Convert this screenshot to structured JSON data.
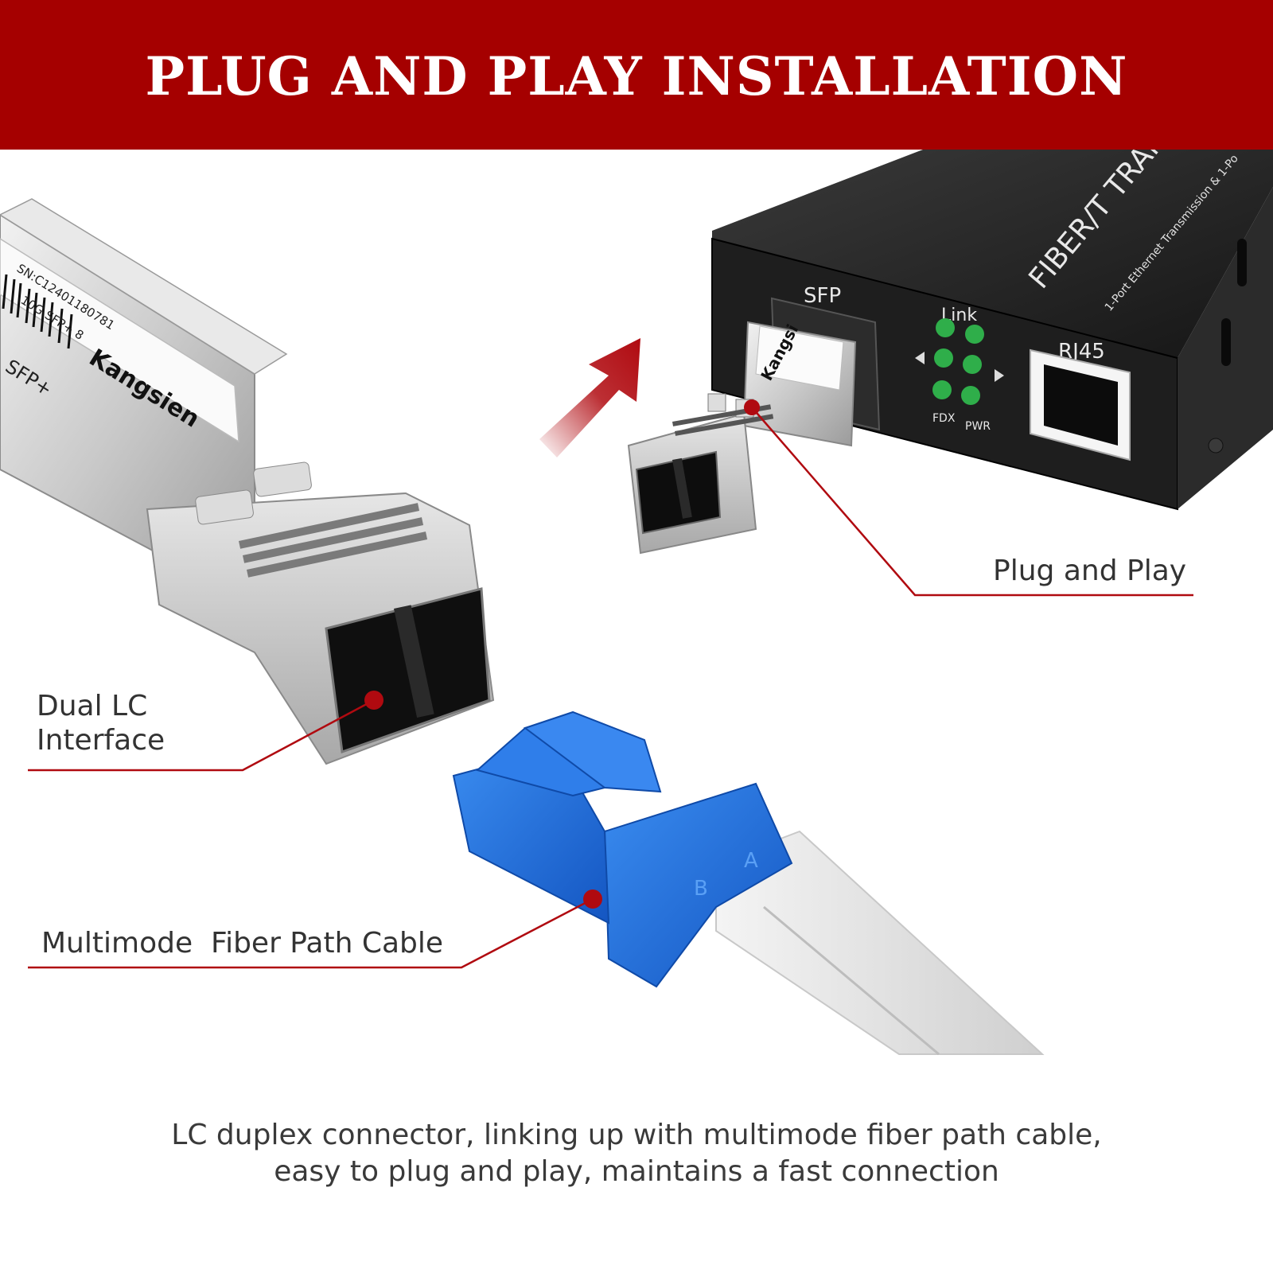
{
  "banner": {
    "title": "PLUG AND PLAY INSTALLATION",
    "color": "#a50000"
  },
  "accent_color": "#b00a10",
  "connector_color": "#1f6ee0",
  "sfp_module": {
    "brand": "Kangsien",
    "model_line": "10G SFP+ 8",
    "serial": "SN:C12401180781",
    "type_label": "SFP+"
  },
  "converter": {
    "title": "FIBER/T TRANS",
    "subtitle": "1-Port Ethernet Transmission & 1-Po",
    "sfp_port_label": "SFP",
    "rj45_label": "RJ45",
    "led_labels": {
      "link": "Link",
      "fdx": "FDX",
      "pwr": "PWR"
    },
    "inserted_module_brand": "Kangsi"
  },
  "lc_connector": {
    "marks": [
      "B",
      "A"
    ]
  },
  "callouts": {
    "plug_and_play": "Plug and Play",
    "dual_lc_line1": "Dual LC",
    "dual_lc_line2": "Interface",
    "multimode": "Multimode  Fiber Path Cable"
  },
  "caption": {
    "line1": "LC duplex connector, linking up with multimode fiber path cable,",
    "line2": "easy to plug and play, maintains a fast connection"
  }
}
